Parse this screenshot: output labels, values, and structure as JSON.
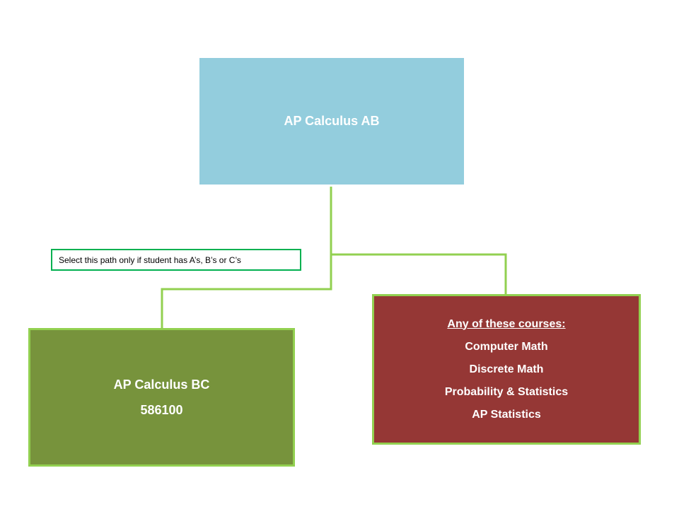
{
  "top_box": {
    "label": "AP Calculus AB",
    "fill": "#93cddd"
  },
  "left_box": {
    "label": "AP Calculus BC",
    "code": "586100",
    "fill": "#77933c"
  },
  "right_box": {
    "heading": "Any of these courses:",
    "courses": [
      "Computer Math",
      "Discrete Math",
      "Probability & Statistics",
      "AP Statistics"
    ],
    "fill": "#953735"
  },
  "path_note": {
    "text": "Select this path only if student has A’s, B’s or C’s",
    "border_color": "#00b050"
  },
  "connector_color": "#92d050"
}
